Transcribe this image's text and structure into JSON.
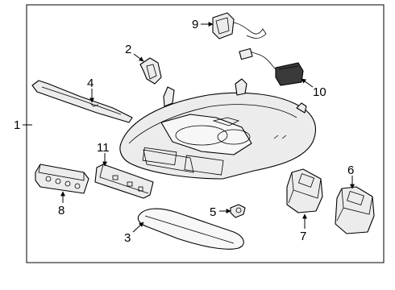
{
  "callouts": {
    "c1": "1",
    "c2": "2",
    "c3": "3",
    "c4": "4",
    "c5": "5",
    "c6": "6",
    "c7": "7",
    "c8": "8",
    "c9": "9",
    "c10": "10",
    "c11": "11"
  },
  "colors": {
    "line": "#000000",
    "fill": "#ececec",
    "background": "#ffffff"
  }
}
